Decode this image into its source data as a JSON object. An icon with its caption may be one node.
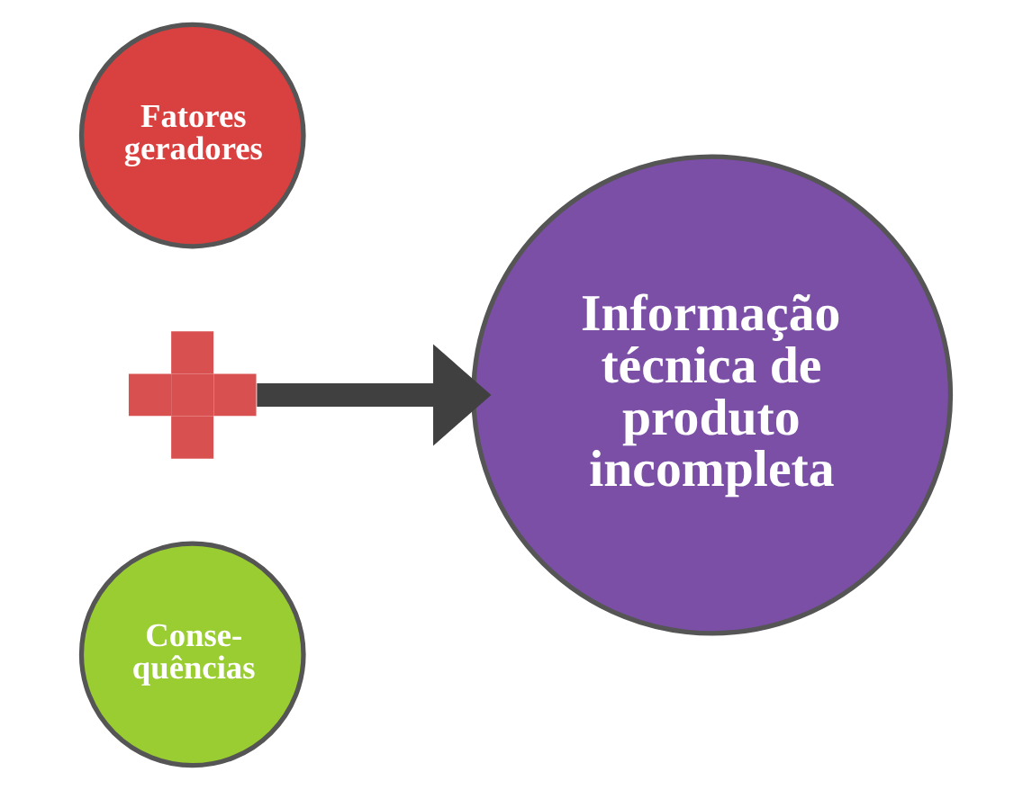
{
  "diagram": {
    "nodes": [
      {
        "text": [
          "Fatores geradores"
        ]
      },
      {
        "text": [],
        "shape": "plus"
      },
      {
        "text": [
          "Conse- quências"
        ]
      },
      {
        "text": [
          "Informação técnica de produto incompleta"
        ]
      }
    ],
    "edges": [
      {
        "from": 1,
        "to": 3,
        "arrow": "to"
      }
    ]
  }
}
